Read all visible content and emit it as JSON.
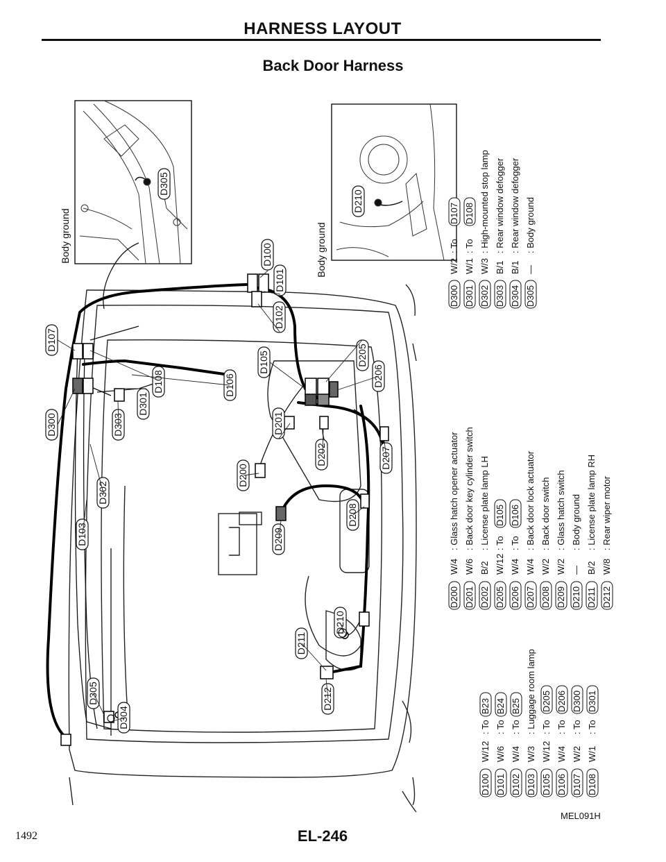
{
  "header": {
    "title": "HARNESS LAYOUT",
    "subtitle": "Back Door Harness"
  },
  "footer": {
    "page_number": "1492",
    "page_code": "EL-246",
    "figure_code": "MEL091H"
  },
  "insets": {
    "left_label": "Body ground",
    "right_label": "Body ground"
  },
  "callouts": {
    "D100": "D100",
    "D101": "D101",
    "D102": "D102",
    "D103": "D103",
    "D105": "D105",
    "D106": "D106",
    "D107": "D107",
    "D108": "D108",
    "D200": "D200",
    "D201": "D201",
    "D202": "D202",
    "D205": "D205",
    "D206": "D206",
    "D207": "D207",
    "D208": "D208",
    "D209": "D209",
    "D210": "D210",
    "D211": "D211",
    "D212": "D212",
    "D300": "D300",
    "D301": "D301",
    "D302": "D302",
    "D303": "D303",
    "D304": "D304",
    "D305": "D305"
  },
  "legend_d100": [
    {
      "code": "D100",
      "spec": "W/12",
      "desc": ": To",
      "ref": "B23"
    },
    {
      "code": "D101",
      "spec": "W/6",
      "desc": ": To",
      "ref": "B24"
    },
    {
      "code": "D102",
      "spec": "W/4",
      "desc": ": To",
      "ref": "B25"
    },
    {
      "code": "D103",
      "spec": "W/3",
      "desc": ": Luggage room lamp",
      "ref": ""
    },
    {
      "code": "D105",
      "spec": "W/12",
      "desc": ": To",
      "ref": "D205"
    },
    {
      "code": "D106",
      "spec": "W/4",
      "desc": ": To",
      "ref": "D206"
    },
    {
      "code": "D107",
      "spec": "W/2",
      "desc": ": To",
      "ref": "D300"
    },
    {
      "code": "D108",
      "spec": "W/1",
      "desc": ": To",
      "ref": "D301"
    }
  ],
  "legend_d200": [
    {
      "code": "D200",
      "spec": "W/4",
      "desc": ": Glass hatch opener actuator",
      "ref": ""
    },
    {
      "code": "D201",
      "spec": "W/6",
      "desc": ": Back door key cylinder switch",
      "ref": ""
    },
    {
      "code": "D202",
      "spec": "B/2",
      "desc": ": License plate lamp LH",
      "ref": ""
    },
    {
      "code": "D205",
      "spec": "W/12",
      "desc": ": To",
      "ref": "D105"
    },
    {
      "code": "D206",
      "spec": "W/4",
      "desc": ": To",
      "ref": "D106"
    },
    {
      "code": "D207",
      "spec": "W/4",
      "desc": ": Back door lock actuator",
      "ref": ""
    },
    {
      "code": "D208",
      "spec": "W/2",
      "desc": ": Back door switch",
      "ref": ""
    },
    {
      "code": "D209",
      "spec": "W/2",
      "desc": ": Glass hatch switch",
      "ref": ""
    },
    {
      "code": "D210",
      "spec": "—",
      "desc": ": Body ground",
      "ref": ""
    },
    {
      "code": "D211",
      "spec": "B/2",
      "desc": ": License plate lamp RH",
      "ref": ""
    },
    {
      "code": "D212",
      "spec": "W/8",
      "desc": ": Rear wiper motor",
      "ref": ""
    }
  ],
  "legend_d300": [
    {
      "code": "D300",
      "spec": "W/2",
      "desc": ": To",
      "ref": "D107"
    },
    {
      "code": "D301",
      "spec": "W/1",
      "desc": ": To",
      "ref": "D108"
    },
    {
      "code": "D302",
      "spec": "W/3",
      "desc": ": High-mounted stop lamp",
      "ref": ""
    },
    {
      "code": "D303",
      "spec": "B/1",
      "desc": ": Rear window defogger",
      "ref": ""
    },
    {
      "code": "D304",
      "spec": "B/1",
      "desc": ": Rear window defogger",
      "ref": ""
    },
    {
      "code": "D305",
      "spec": "—",
      "desc": ": Body ground",
      "ref": ""
    }
  ]
}
